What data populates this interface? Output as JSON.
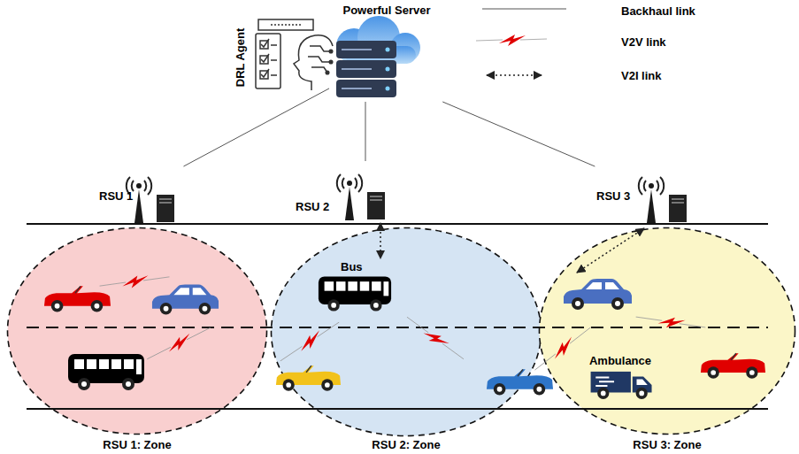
{
  "diagram": {
    "nodes": [
      {
        "text": [
          "Powerful Server"
        ]
      },
      {
        "text": [
          "RSU 1"
        ]
      },
      {
        "text": [
          "RSU 2"
        ]
      },
      {
        "text": [
          "RSU 3"
        ]
      },
      {
        "text": [
          "RSU 1: Zone"
        ]
      },
      {
        "text": [
          "RSU 2: Zone"
        ]
      },
      {
        "text": [
          "RSU 3: Zone"
        ]
      },
      {
        "text": [
          "Bus"
        ],
        "in": 5
      },
      {
        "text": [
          "Ambulance"
        ],
        "in": 6
      }
    ],
    "edges": [
      {
        "from": 0,
        "to": 1,
        "arrow": "none"
      },
      {
        "from": 0,
        "to": 2,
        "arrow": "none"
      },
      {
        "from": 0,
        "to": 3,
        "arrow": "none"
      },
      {
        "from": 2,
        "to": 7,
        "arrow": "both"
      }
    ],
    "labels": [
      "DRL Agent"
    ],
    "legend": [
      {
        "text": "Backhaul link"
      },
      {
        "text": "V2V link"
      },
      {
        "text": "V2I link"
      }
    ]
  }
}
